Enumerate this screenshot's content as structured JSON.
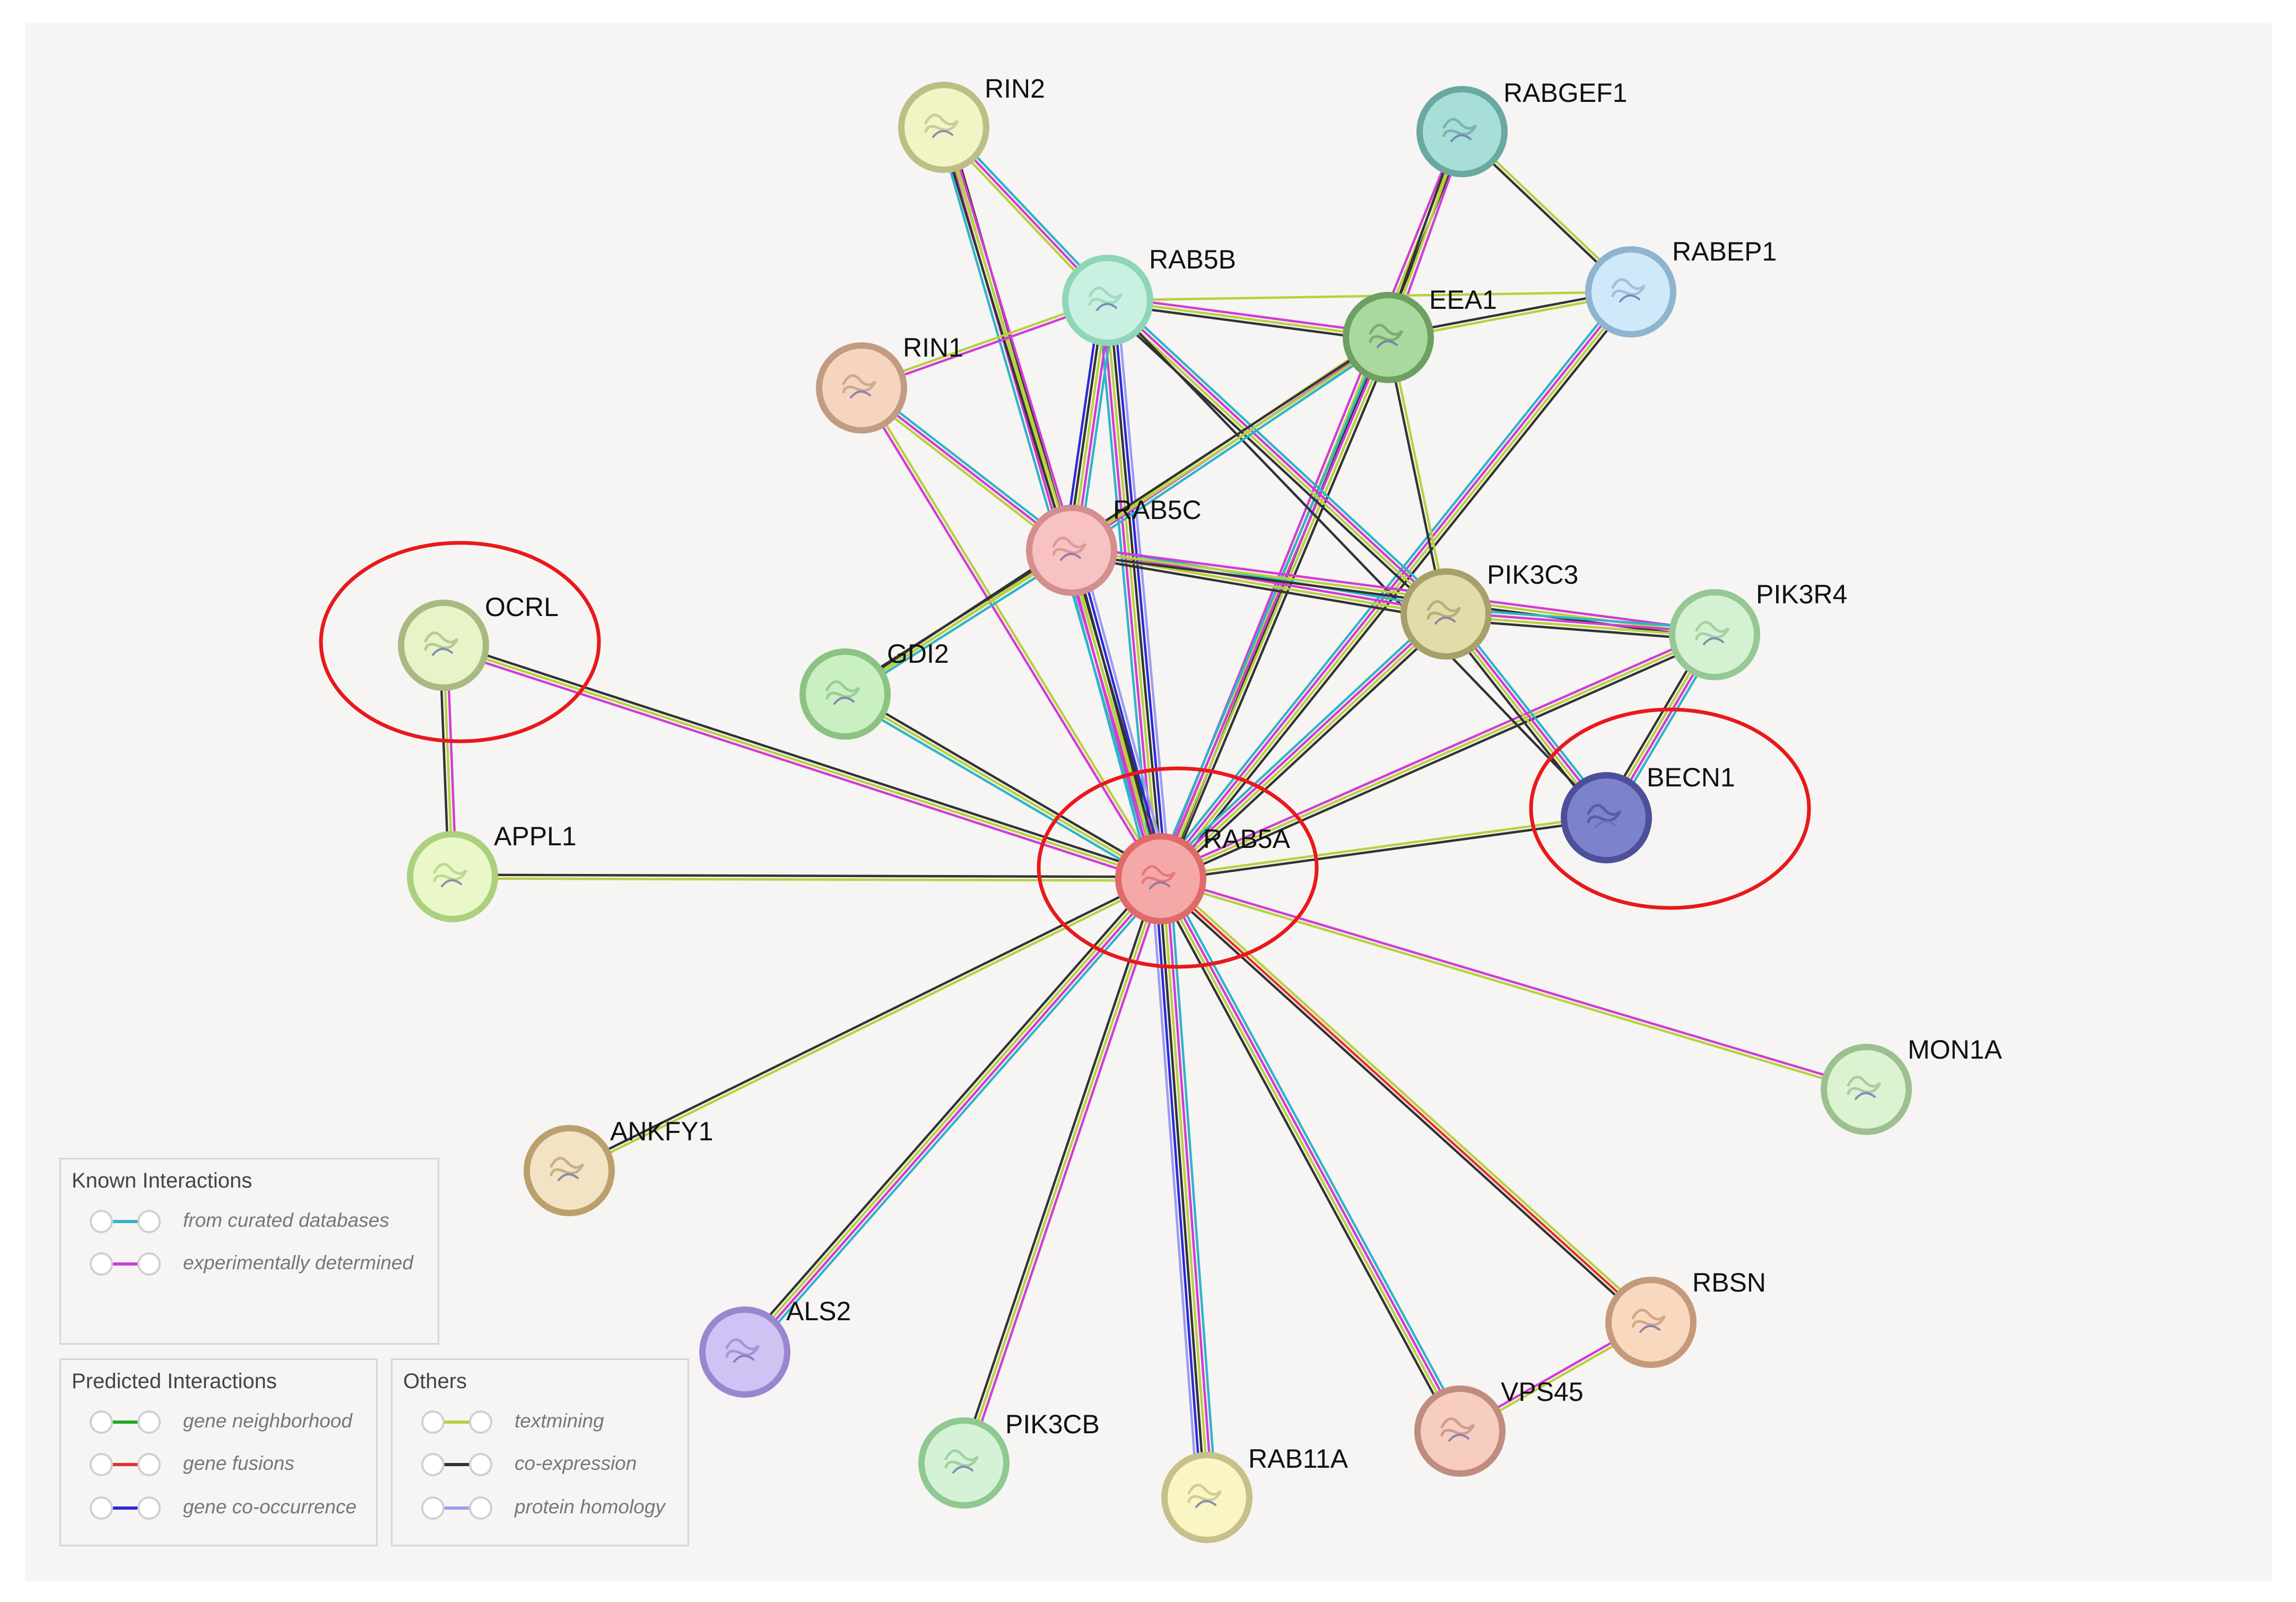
{
  "network": {
    "nodes": [
      {
        "id": "RAB5A",
        "label": "RAB5A",
        "fill": "#f5a8a8",
        "ring": "#e06a6a"
      },
      {
        "id": "RIN2",
        "label": "RIN2",
        "fill": "#f2f4c6",
        "ring": "#bdbe86"
      },
      {
        "id": "RABGEF1",
        "label": "RABGEF1",
        "fill": "#a8ded8",
        "ring": "#6aa8a2"
      },
      {
        "id": "RAB5B",
        "label": "RAB5B",
        "fill": "#c9f0e0",
        "ring": "#8ed6b8"
      },
      {
        "id": "RABEP1",
        "label": "RABEP1",
        "fill": "#cfe9fb",
        "ring": "#8fb4cf"
      },
      {
        "id": "EEA1",
        "label": "EEA1",
        "fill": "#a9d99c",
        "ring": "#6e9f62"
      },
      {
        "id": "RIN1",
        "label": "RIN1",
        "fill": "#f6d5c0",
        "ring": "#c19c82"
      },
      {
        "id": "RAB5C",
        "label": "RAB5C",
        "fill": "#f8c2c2",
        "ring": "#d48e8e"
      },
      {
        "id": "OCRL",
        "label": "OCRL",
        "fill": "#e6f4c8",
        "ring": "#a8ba82"
      },
      {
        "id": "GDI2",
        "label": "GDI2",
        "fill": "#c9efc3",
        "ring": "#8cc282"
      },
      {
        "id": "PIK3C3",
        "label": "PIK3C3",
        "fill": "#e2dcaa",
        "ring": "#a8a06a"
      },
      {
        "id": "PIK3R4",
        "label": "PIK3R4",
        "fill": "#d4f2d2",
        "ring": "#96c896"
      },
      {
        "id": "BECN1",
        "label": "BECN1",
        "fill": "#7d82cc",
        "ring": "#4c509a"
      },
      {
        "id": "APPL1",
        "label": "APPL1",
        "fill": "#eaf8c8",
        "ring": "#acd07e"
      },
      {
        "id": "MON1A",
        "label": "MON1A",
        "fill": "#dcf3d2",
        "ring": "#9cc090"
      },
      {
        "id": "ANKFY1",
        "label": "ANKFY1",
        "fill": "#f2e3c4",
        "ring": "#bba06e"
      },
      {
        "id": "ALS2",
        "label": "ALS2",
        "fill": "#cfc3f4",
        "ring": "#9a86d0"
      },
      {
        "id": "PIK3CB",
        "label": "PIK3CB",
        "fill": "#d6f2d6",
        "ring": "#8fc890"
      },
      {
        "id": "RAB11A",
        "label": "RAB11A",
        "fill": "#f9f5c4",
        "ring": "#c6c08a"
      },
      {
        "id": "VPS45",
        "label": "VPS45",
        "fill": "#f7cdbf",
        "ring": "#c18c80"
      },
      {
        "id": "RBSN",
        "label": "RBSN",
        "fill": "#f8d9bf",
        "ring": "#c49a7a"
      }
    ],
    "highlight_color": "#e8191c",
    "highlighted": [
      "OCRL",
      "RAB5A",
      "BECN1"
    ]
  },
  "legend": {
    "known": {
      "title": "Known Interactions",
      "items": [
        {
          "label": "from curated databases",
          "color": "#30b4c8"
        },
        {
          "label": "experimentally determined",
          "color": "#d23cd2"
        }
      ]
    },
    "predicted": {
      "title": "Predicted Interactions",
      "items": [
        {
          "label": "gene neighborhood",
          "color": "#22a822"
        },
        {
          "label": "gene fusions",
          "color": "#e3312a"
        },
        {
          "label": "gene co-occurrence",
          "color": "#2a2ad8"
        }
      ]
    },
    "others": {
      "title": "Others",
      "items": [
        {
          "label": "textmining",
          "color": "#b7d140"
        },
        {
          "label": "co-expression",
          "color": "#333333"
        },
        {
          "label": "protein homology",
          "color": "#9c9cf0"
        }
      ]
    }
  }
}
